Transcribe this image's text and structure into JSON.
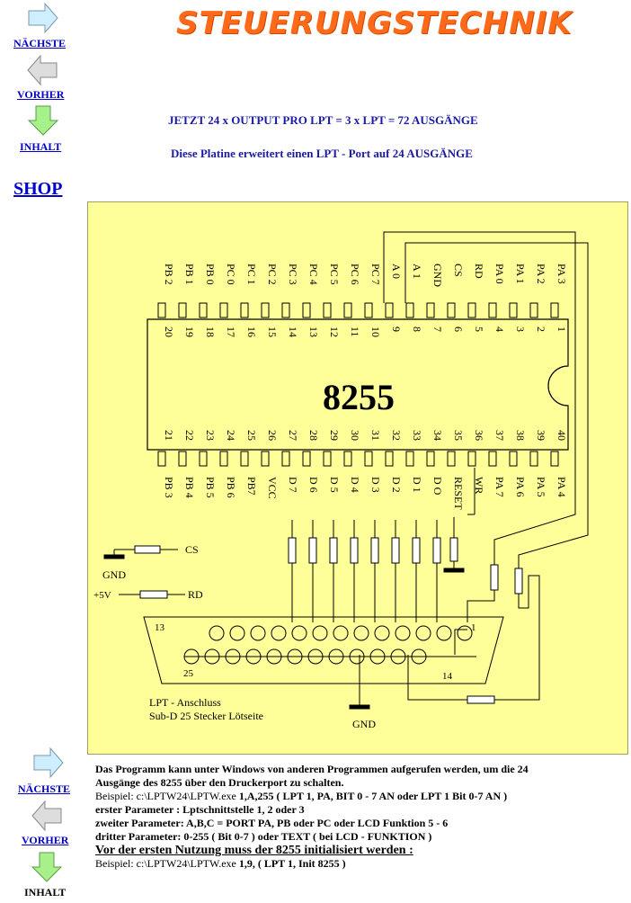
{
  "page": {
    "title": "STEUERUNGSTECHNIK",
    "headline": "JETZT 24 x OUTPUT PRO LPT = 3 x LPT = 72 AUSGÄNGE",
    "subline": "Diese Platine erweitert einen LPT - Port  auf 24 AUSGÄNGE",
    "shop": "SHOP"
  },
  "nav_top": {
    "next": "NÄCHSTE",
    "prev": "VORHER",
    "index": "INHALT"
  },
  "nav_bottom": {
    "next": "NÄCHSTE",
    "prev": "VORHER",
    "index": "INHALT"
  },
  "diagram": {
    "chip_label": "8255",
    "top_pins": [
      {
        "name": "PB 2",
        "num": "20"
      },
      {
        "name": "PB 1",
        "num": "19"
      },
      {
        "name": "PB 0",
        "num": "18"
      },
      {
        "name": "PC 0",
        "num": "17"
      },
      {
        "name": "PC 1",
        "num": "16"
      },
      {
        "name": "PC 2",
        "num": "15"
      },
      {
        "name": "PC 3",
        "num": "14"
      },
      {
        "name": "PC 4",
        "num": "13"
      },
      {
        "name": "PC 5",
        "num": "12"
      },
      {
        "name": "PC 6",
        "num": "11"
      },
      {
        "name": "PC 7",
        "num": "10"
      },
      {
        "name": "A 0",
        "num": "9"
      },
      {
        "name": "A 1",
        "num": "8"
      },
      {
        "name": "GND",
        "num": "7"
      },
      {
        "name": "CS",
        "num": "6"
      },
      {
        "name": "RD",
        "num": "5"
      },
      {
        "name": "PA 0",
        "num": "4"
      },
      {
        "name": "PA 1",
        "num": "3"
      },
      {
        "name": "PA 2",
        "num": "2"
      },
      {
        "name": "PA 3",
        "num": "1"
      }
    ],
    "bottom_pins": [
      {
        "name": "PB 3",
        "num": "21"
      },
      {
        "name": "PB 4",
        "num": "22"
      },
      {
        "name": "PB 5",
        "num": "23"
      },
      {
        "name": "PB 6",
        "num": "24"
      },
      {
        "name": "PB7",
        "num": "25"
      },
      {
        "name": "VCC",
        "num": "26"
      },
      {
        "name": "D 7",
        "num": "27"
      },
      {
        "name": "D 6",
        "num": "28"
      },
      {
        "name": "D 5",
        "num": "29"
      },
      {
        "name": "D 4",
        "num": "30"
      },
      {
        "name": "D 3",
        "num": "31"
      },
      {
        "name": "D 2",
        "num": "32"
      },
      {
        "name": "D 1",
        "num": "33"
      },
      {
        "name": "D O",
        "num": "34"
      },
      {
        "name": "RESET",
        "num": "35"
      },
      {
        "name": "WR",
        "num": "36"
      },
      {
        "name": "PA 7",
        "num": "37"
      },
      {
        "name": "PA 6",
        "num": "38"
      },
      {
        "name": "PA 5",
        "num": "39"
      },
      {
        "name": "PA 4",
        "num": "40"
      }
    ],
    "labels": {
      "cs": "CS",
      "gnd_left": "GND",
      "plus5v": "+5V",
      "rd": "RD",
      "conn_pin13": "13",
      "conn_pin1": "1",
      "conn_pin25": "25",
      "conn_pin14": "14",
      "lpt_line1": "LPT - Anschluss",
      "lpt_line2": "Sub-D 25 Stecker Lötseite",
      "gnd_bottom": "GND"
    }
  },
  "description": {
    "line1": "Das Programm kann unter Windows von anderen Programmen aufgerufen werden, um die 24",
    "line2": "Ausgänge des 8255 über den Druckerport zu schalten.",
    "line3_prefix": "Beispiel:  c:\\LPTW24\\LPTW.exe ",
    "line3_bold": "1,A,255  ( LPT 1, PA,  BIT 0 - 7 AN  oder LPT 1 Bit 0-7 AN )",
    "line4": "erster Parameter : Lptschnittstelle  1, 2 oder 3",
    "line5": "zweiter Parameter: A,B,C = PORT PA, PB oder PC oder LCD Funktion  5 - 6",
    "line6": "dritter Parameter: 0-255 (  Bit 0-7  )  oder TEXT ( bei LCD - FUNKTION )",
    "line7": "Vor der ersten Nutzung muss der 8255 initialisiert werden :",
    "line8_prefix": "Beispiel:  c:\\LPTW24\\LPTW.exe ",
    "line8_bold": "1,9,  ( LPT 1, Init 8255 )"
  }
}
